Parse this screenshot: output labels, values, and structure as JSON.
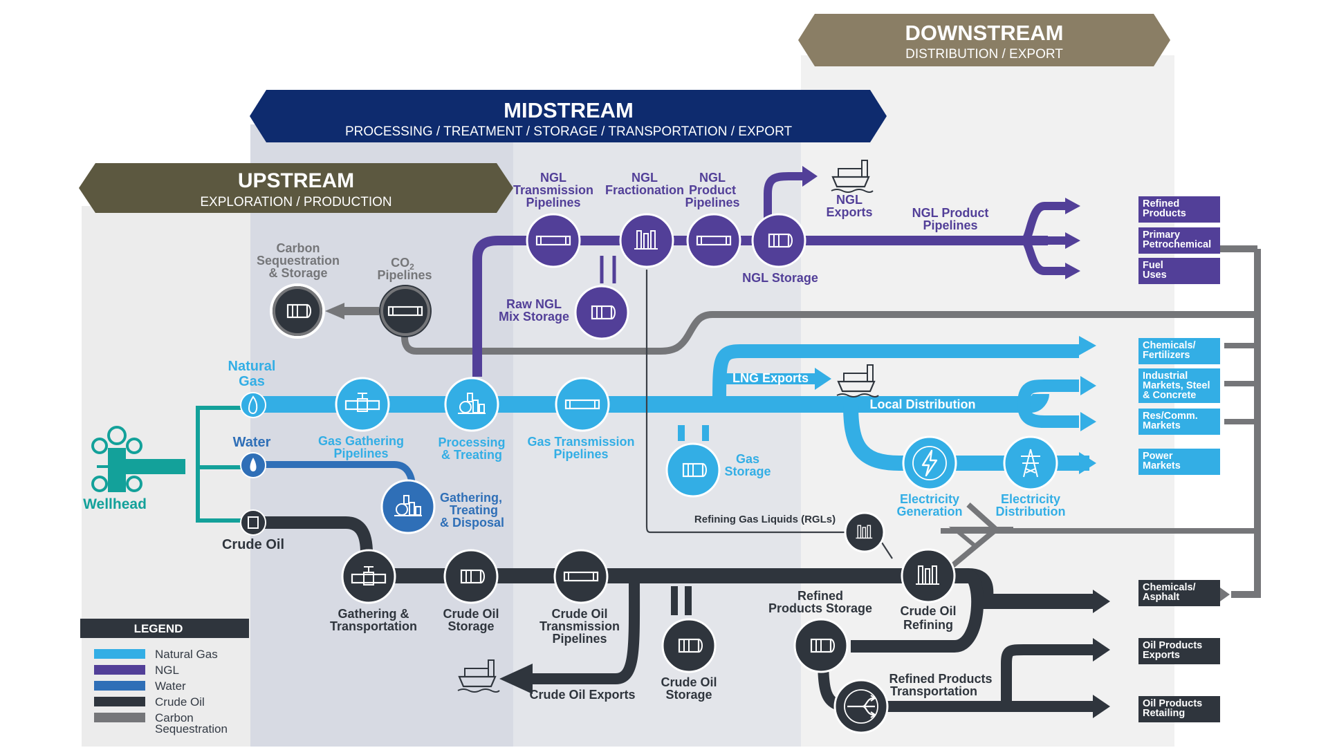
{
  "colors": {
    "natural_gas": "#33aee5",
    "ngl": "#523f98",
    "water": "#2f6fb7",
    "crude_oil": "#2f353d",
    "carbon": "#757679",
    "wellhead": "#13a19a",
    "upstream_banner": "#5c5840",
    "midstream_banner": "#0e2b6e",
    "downstream_banner": "#8a7e65"
  },
  "banners": {
    "upstream": {
      "title": "UPSTREAM",
      "subtitle": "EXPLORATION / PRODUCTION"
    },
    "midstream": {
      "title": "MIDSTREAM",
      "subtitle": "PROCESSING / TREATMENT / STORAGE / TRANSPORTATION / EXPORT"
    },
    "downstream": {
      "title": "DOWNSTREAM",
      "subtitle": "DISTRIBUTION / EXPORT"
    }
  },
  "labels": {
    "wellhead": "Wellhead",
    "natural_gas": [
      "Natural",
      "Gas"
    ],
    "water": "Water",
    "crude_oil": "Crude Oil",
    "carbon_seq": [
      "Carbon",
      "Sequestration",
      "& Storage"
    ],
    "co2_pipelines": [
      "CO",
      "2",
      "Pipelines"
    ],
    "ngl_transmission": [
      "NGL",
      "Transmission",
      "Pipelines"
    ],
    "ngl_fractionation": [
      "NGL",
      "Fractionation"
    ],
    "ngl_product_pipelines_top": [
      "NGL",
      "Product",
      "Pipelines"
    ],
    "ngl_exports": [
      "NGL",
      "Exports"
    ],
    "ngl_storage": "NGL Storage",
    "ngl_product_pipelines_right": [
      "NGL Product",
      "Pipelines"
    ],
    "raw_ngl": [
      "Raw NGL",
      "Mix Storage"
    ],
    "gas_gathering": [
      "Gas Gathering",
      "Pipelines"
    ],
    "processing": [
      "Processing",
      "& Treating"
    ],
    "gas_transmission": [
      "Gas Transmission",
      "Pipelines"
    ],
    "lng_exports": "LNG Exports",
    "local_distribution": "Local Distribution",
    "gas_storage": [
      "Gas",
      "Storage"
    ],
    "elec_generation": [
      "Electricity",
      "Generation"
    ],
    "elec_distribution": [
      "Electricity",
      "Distribution"
    ],
    "gathering_treating_disposal": [
      "Gathering,",
      "Treating",
      "& Disposal"
    ],
    "rgl": "Refining Gas Liquids (RGLs)",
    "gathering_transport": [
      "Gathering &",
      "Transportation"
    ],
    "crude_storage_1": [
      "Crude Oil",
      "Storage"
    ],
    "crude_transmission": [
      "Crude Oil",
      "Transmission",
      "Pipelines"
    ],
    "crude_storage_2": [
      "Crude Oil",
      "Storage"
    ],
    "crude_exports": "Crude Oil Exports",
    "refined_storage": [
      "Refined",
      "Products Storage"
    ],
    "crude_refining": [
      "Crude Oil",
      "Refining"
    ],
    "refined_transport": [
      "Refined Products",
      "Transportation"
    ]
  },
  "markets": [
    {
      "id": "refined-products",
      "lines": [
        "Refined",
        "Products"
      ],
      "fill": "#523f98"
    },
    {
      "id": "primary-petrochemical",
      "lines": [
        "Primary",
        "Petrochemical"
      ],
      "fill": "#523f98"
    },
    {
      "id": "fuel-uses",
      "lines": [
        "Fuel",
        "Uses"
      ],
      "fill": "#523f98"
    },
    {
      "id": "chemicals-fertilizers",
      "lines": [
        "Chemicals/",
        "Fertilizers"
      ],
      "fill": "#33aee5"
    },
    {
      "id": "industrial-markets",
      "lines": [
        "Industrial",
        "Markets, Steel",
        "& Concrete"
      ],
      "fill": "#33aee5"
    },
    {
      "id": "res-comm-markets",
      "lines": [
        "Res/Comm.",
        "Markets"
      ],
      "fill": "#33aee5"
    },
    {
      "id": "power-markets",
      "lines": [
        "Power",
        "Markets"
      ],
      "fill": "#33aee5"
    },
    {
      "id": "chemicals-asphalt",
      "lines": [
        "Chemicals/",
        "Asphalt"
      ],
      "fill": "#2f353d"
    },
    {
      "id": "oil-products-exports",
      "lines": [
        "Oil Products",
        "Exports"
      ],
      "fill": "#2f353d"
    },
    {
      "id": "oil-products-retailing",
      "lines": [
        "Oil Products",
        "Retailing"
      ],
      "fill": "#2f353d"
    }
  ],
  "legend": {
    "title": "LEGEND",
    "items": [
      {
        "label": "Natural Gas",
        "color": "#33aee5"
      },
      {
        "label": "NGL",
        "color": "#523f98"
      },
      {
        "label": "Water",
        "color": "#2f6fb7"
      },
      {
        "label": "Crude Oil",
        "color": "#2f353d"
      },
      {
        "label": [
          "Carbon",
          "Sequestration"
        ],
        "color": "#757679"
      }
    ]
  }
}
